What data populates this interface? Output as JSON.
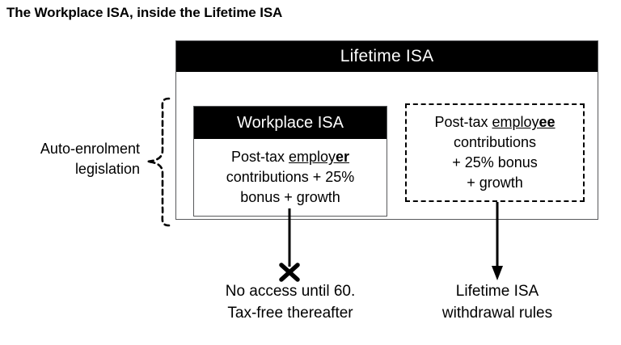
{
  "title": "The Workplace ISA, inside the Lifetime ISA",
  "outer_box": {
    "header_label": "Lifetime ISA"
  },
  "workplace_box": {
    "header_label": "Workplace ISA",
    "line1_prefix": "Post-tax ",
    "line1_underlined_plain": "employ",
    "line1_underlined_bold": "er",
    "line2": "contributions + 25%",
    "line3": "bonus + growth"
  },
  "employee_box": {
    "line1_prefix": "Post-tax ",
    "line1_underlined_plain": "employ",
    "line1_underlined_bold": "ee",
    "line2": "contributions",
    "line3": "+ 25% bonus",
    "line4": "+ growth"
  },
  "brace": {
    "label_line1": "Auto-enrolment",
    "label_line2": "legislation"
  },
  "captions": {
    "left_line1": "No access until 60.",
    "left_line2": "Tax-free thereafter",
    "right_line1": "Lifetime ISA",
    "right_line2": "withdrawal rules"
  },
  "icons": {
    "blocked_marker": "x-cross-icon",
    "arrow_marker": "arrow-down-icon"
  },
  "colors": {
    "header_fill": "#000000",
    "header_text": "#ffffff",
    "box_border": "#58595b",
    "page_background": "#ffffff",
    "text": "#000000"
  }
}
